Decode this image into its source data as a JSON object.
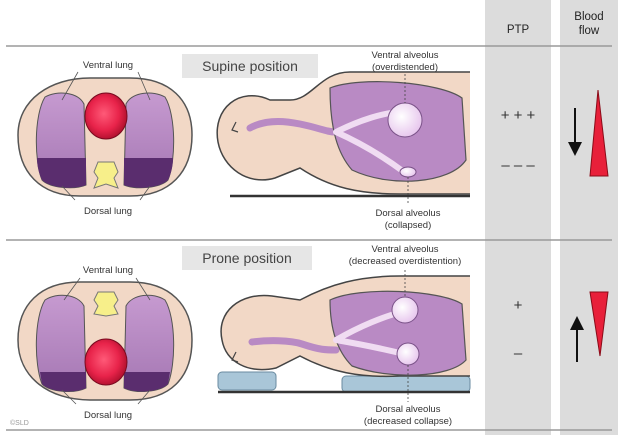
{
  "headers": {
    "ptp": "PTP",
    "blood_flow_line1": "Blood",
    "blood_flow_line2": "flow"
  },
  "supine": {
    "title": "Supine position",
    "ventral_lung": "Ventral lung",
    "dorsal_lung": "Dorsal lung",
    "ventral_alveolus_line1": "Ventral alveolus",
    "ventral_alveolus_line2": "(overdistended)",
    "dorsal_alveolus_line1": "Dorsal alveolus",
    "dorsal_alveolus_line2": "(collapsed)",
    "ptp_top": "+ + +",
    "ptp_bottom": "– – –",
    "arrow_direction": "down"
  },
  "prone": {
    "title": "Prone position",
    "ventral_lung": "Ventral lung",
    "dorsal_lung": "Dorsal lung",
    "ventral_alveolus_line1": "Ventral alveolus",
    "ventral_alveolus_line2": "(decreased overdistention)",
    "dorsal_alveolus_line1": "Dorsal alveolus",
    "dorsal_alveolus_line2": "(decreased collapse)",
    "ptp_top": "+",
    "ptp_bottom": "–",
    "arrow_direction": "up"
  },
  "copyright": "©SLD",
  "colors": {
    "panel_bg": "#dcdcdc",
    "torso": "#f2d8c6",
    "lung": "#b98ac4",
    "lung_dark": "#5a2d6e",
    "heart": "#e8234a",
    "spine": "#f7ef8a",
    "wedge": "#e8203a",
    "support": "#a9c6d8"
  }
}
